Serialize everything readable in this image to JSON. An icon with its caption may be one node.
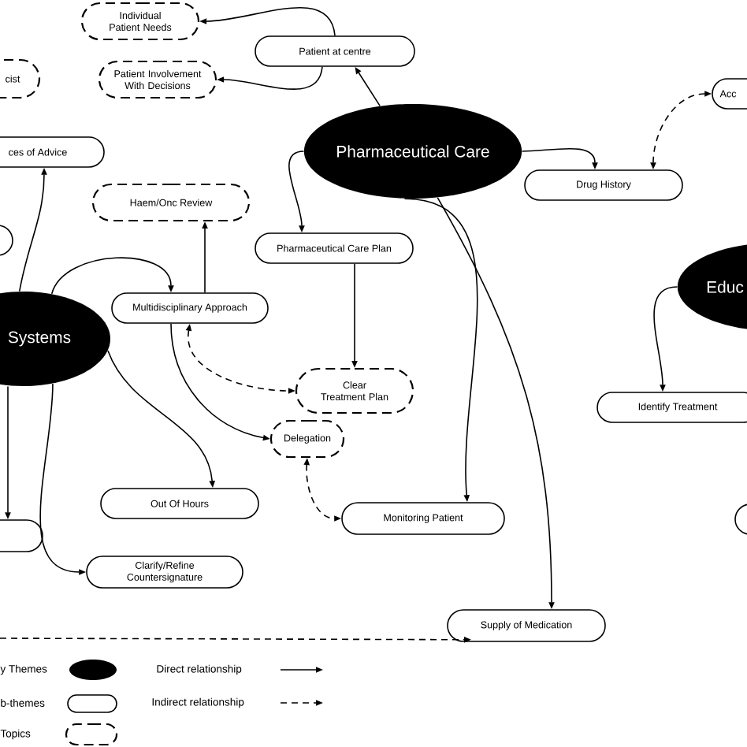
{
  "diagram": {
    "nodes": [
      {
        "text": [
          "Individual Patient Needs"
        ]
      },
      {
        "text": [
          "Patient Involvement With Decisions"
        ]
      },
      {
        "text": [
          "cist"
        ]
      },
      {
        "text": [
          "Patient at centre"
        ]
      },
      {
        "text": [
          "ces of Advice"
        ]
      },
      {
        "text": [],
        "shape": "box"
      },
      {
        "text": [
          "Haem/Onc Review"
        ]
      },
      {
        "text": [
          "Pharmaceutical Care"
        ]
      },
      {
        "text": [
          "Drug History"
        ]
      },
      {
        "text": [
          "Acc"
        ]
      },
      {
        "text": [
          "Pharmaceutical Care Plan"
        ]
      },
      {
        "text": [
          "Multidisciplinary Approach"
        ]
      },
      {
        "text": [
          "Systems"
        ]
      },
      {
        "text": [
          "Educ"
        ]
      },
      {
        "text": [
          "Clear Treatment Plan"
        ]
      },
      {
        "text": [
          "Identify Treatment"
        ]
      },
      {
        "text": [
          "Delegation"
        ]
      },
      {
        "text": [
          "Out Of Hours"
        ]
      },
      {
        "text": [],
        "shape": "box"
      },
      {
        "text": [
          "Monitoring Patient"
        ]
      },
      {
        "text": [],
        "shape": "box"
      },
      {
        "text": [
          "Clarify/Refine Countersignature"
        ]
      },
      {
        "text": [
          "Supply of Medication"
        ]
      }
    ],
    "edges": [
      {
        "from": 3,
        "to": 0,
        "arrow": "to"
      },
      {
        "from": 3,
        "to": 1,
        "arrow": "to"
      },
      {
        "from": 7,
        "to": 3,
        "arrow": "to"
      },
      {
        "from": 7,
        "to": 8,
        "arrow": "to"
      },
      {
        "from": 8,
        "to": 9,
        "arrow": "both",
        "style": "dashed"
      },
      {
        "from": 7,
        "to": 10,
        "arrow": "to"
      },
      {
        "from": 10,
        "to": 14,
        "arrow": "to"
      },
      {
        "from": 7,
        "to": 19,
        "arrow": "to"
      },
      {
        "from": 7,
        "to": 22,
        "arrow": "to"
      },
      {
        "from": 11,
        "to": 6,
        "arrow": "to"
      },
      {
        "from": 12,
        "to": 11,
        "arrow": "to"
      },
      {
        "from": 12,
        "to": 4,
        "arrow": "to"
      },
      {
        "from": 11,
        "to": 14,
        "arrow": "both",
        "style": "dashed"
      },
      {
        "from": 11,
        "to": 16,
        "arrow": "to"
      },
      {
        "from": 12,
        "to": 17,
        "arrow": "to"
      },
      {
        "from": 16,
        "to": 19,
        "arrow": "both",
        "style": "dashed"
      },
      {
        "from": 12,
        "to": 18,
        "arrow": "to"
      },
      {
        "from": 12,
        "to": 21,
        "arrow": "to"
      },
      {
        "from": 13,
        "to": 15,
        "arrow": "to"
      },
      {
        "from": null,
        "to": 22,
        "arrow": "to",
        "style": "dashed"
      }
    ],
    "legend": [
      {
        "text": "y Themes"
      },
      {
        "text": "Direct relationship"
      },
      {
        "text": "b-themes"
      },
      {
        "text": "Indirect relationship"
      },
      {
        "text": "Topics"
      }
    ]
  }
}
